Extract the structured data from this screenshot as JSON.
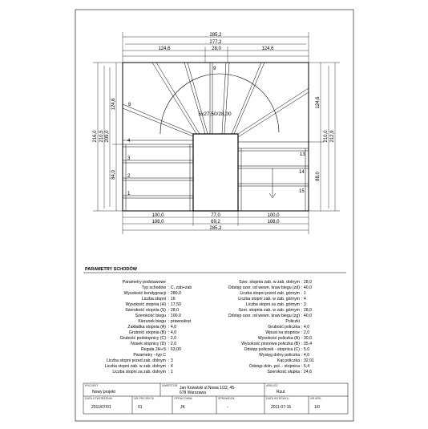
{
  "drawing": {
    "dims_top": {
      "overall": "285,2",
      "inner": "277,2",
      "left": "124,6",
      "middle": "28,0",
      "right": "124,6"
    },
    "dims_bottom": {
      "left_inner": "100,0",
      "left_outer": "108,0",
      "mid_inner": "77,0",
      "mid_outer": "69,2",
      "right_inner": "100,0",
      "right_outer": "108,0",
      "overall": "285,2"
    },
    "dims_left": {
      "outer": "216,0",
      "mid": "210,5",
      "inner": "209,0",
      "upper": "124,6",
      "lower": "84,0"
    },
    "dims_right": {
      "outer": "212,9",
      "mid": "210,0",
      "upper": "124,6",
      "lower": "88,0"
    },
    "center_label": "5x27,50/28,00",
    "step_numbers": {
      "s1": "1",
      "s2": "2",
      "s3": "3",
      "s4": "4",
      "s8": "8",
      "s9": "9",
      "s13": "13",
      "s14": "14",
      "s15": "15"
    }
  },
  "params": {
    "section_title": "PARAMETRY SCHODÓW",
    "left": [
      {
        "label": "Parametry podstawowe",
        "value": ""
      },
      {
        "label": "Typ schodów",
        "value": "C, zab+zab"
      },
      {
        "label": "Wysokość kondygnacji",
        "value": "280,0"
      },
      {
        "label": "Liczba stopni",
        "value": "16"
      },
      {
        "label": "Wysokość stopnia (H)",
        "value": "17,50"
      },
      {
        "label": "Szerokość stopnia (S)",
        "value": "28,0"
      },
      {
        "label": "Szerokość biegu",
        "value": "100,0"
      },
      {
        "label": "Kierunek biegu",
        "value": "prawoskręt"
      },
      {
        "label": "Zakładka stopnia (A)",
        "value": "4,0"
      },
      {
        "label": "Grubość stopnia (B)",
        "value": "4,0"
      },
      {
        "label": "Grubość podstopnicy (C)",
        "value": "2,0"
      },
      {
        "label": "Nosek stopnicy (D)",
        "value": "2,0"
      },
      {
        "label": "Reguła 2H+S",
        "value": "63,00"
      },
      {
        "label": "Parametry - typ C",
        "value": ""
      },
      {
        "label": "Liczba stopni przed zab. dolnym",
        "value": "3"
      },
      {
        "label": "Liczba stopni zab. w zab. dolnym",
        "value": "4"
      },
      {
        "label": "Liczba stopni za zab. dolnym",
        "value": "1"
      }
    ],
    "right": [
      {
        "label": "Szer. stopnia zab. w zab. dolnym",
        "value": "28,0"
      },
      {
        "label": "Odstęp szer. od wewn. kraw biegu (zd)",
        "value": "40,0"
      },
      {
        "label": "Liczba stopni przed zab. górnym",
        "value": "1"
      },
      {
        "label": "Liczba stopni zab. w zab. górnym",
        "value": "4"
      },
      {
        "label": "Liczba stopni za zab. górnym",
        "value": "3"
      },
      {
        "label": "Szer. stopnia zab. w zab. górnym",
        "value": "28,0"
      },
      {
        "label": "Odstęp szer. od wewn. kraw biegu (zg)",
        "value": "40,0"
      },
      {
        "label": "Policzki",
        "value": ""
      },
      {
        "label": "Grubość policzka",
        "value": "4,0"
      },
      {
        "label": "Wpust na stopnice",
        "value": "2,0"
      },
      {
        "label": "Wysokość policzka (A)",
        "value": "30,0"
      },
      {
        "label": "Wysokość pionowa policzka (B)",
        "value": "35,4"
      },
      {
        "label": "Odstęp policzek - stopnica (C)",
        "value": "5,0"
      },
      {
        "label": "Wysięg dolny policzka",
        "value": "4,0"
      },
      {
        "label": "Kąt policzka",
        "value": "32,01"
      },
      {
        "label": "Odstęp doln. pol. - stopnica",
        "value": "5,4"
      },
      {
        "label": "Szerokość słupka",
        "value": "24,6"
      }
    ]
  },
  "titleblock": {
    "lbl_project": "PROJEKT",
    "project": "Nowy projekt",
    "lbl_investor": "INWESTOR",
    "investor_1": "Jan Kowalski ul.Nowa 1/22,  45-",
    "investor_2": "678 Warszawa",
    "lbl_sheet": "ARKUSZ",
    "sheet": "Rzut",
    "lbl_date_created": "DATA UTWORZENIA",
    "date_created": "2011/07/01",
    "lbl_number": "NR PROJEKTU",
    "number": "01",
    "lbl_author": "OPRACOWAŁ",
    "author": "JK",
    "lbl_checked": "SPRAWDZIŁ",
    "checked": "-",
    "lbl_date_print": "DATA WYDRUKU",
    "date_print": "2011-07-15",
    "lbl_sheet_no": "NR ARK.",
    "sheet_no": "1/0"
  }
}
